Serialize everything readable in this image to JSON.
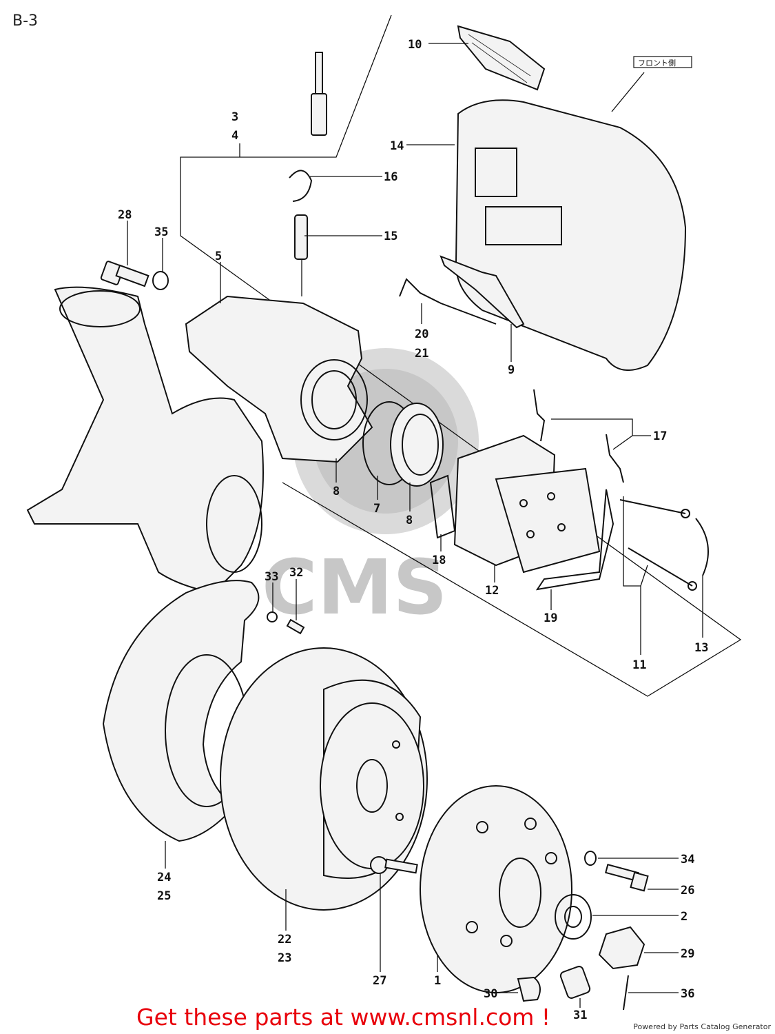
{
  "page_label": "B-3",
  "cta_text": "Get these parts at www.cmsnl.com !",
  "powered_by": "Powered by Parts Catalog Generator",
  "front_side_tag": "フロント側",
  "watermark_text": "CMS",
  "colors": {
    "cta": "#e8000b",
    "line": "#111111",
    "watermark": "#9a9a9a"
  },
  "callouts": [
    {
      "id": "c10",
      "lines": [
        "10"
      ]
    },
    {
      "id": "c3-4",
      "lines": [
        "3",
        "4"
      ]
    },
    {
      "id": "c14",
      "lines": [
        "14"
      ]
    },
    {
      "id": "c16",
      "lines": [
        "16"
      ]
    },
    {
      "id": "c28",
      "lines": [
        "28"
      ]
    },
    {
      "id": "c35",
      "lines": [
        "35"
      ]
    },
    {
      "id": "c15",
      "lines": [
        "15"
      ]
    },
    {
      "id": "c5",
      "lines": [
        "5"
      ]
    },
    {
      "id": "c20-21",
      "lines": [
        "20",
        "21"
      ]
    },
    {
      "id": "c9",
      "lines": [
        "9"
      ]
    },
    {
      "id": "c17",
      "lines": [
        "17"
      ]
    },
    {
      "id": "c8a",
      "lines": [
        "8"
      ]
    },
    {
      "id": "c7",
      "lines": [
        "7"
      ]
    },
    {
      "id": "c8b",
      "lines": [
        "8"
      ]
    },
    {
      "id": "c18",
      "lines": [
        "18"
      ]
    },
    {
      "id": "c12",
      "lines": [
        "12"
      ]
    },
    {
      "id": "c19",
      "lines": [
        "19"
      ]
    },
    {
      "id": "c13",
      "lines": [
        "13"
      ]
    },
    {
      "id": "c11",
      "lines": [
        "11"
      ]
    },
    {
      "id": "c33",
      "lines": [
        "33"
      ]
    },
    {
      "id": "c32",
      "lines": [
        "32"
      ]
    },
    {
      "id": "c24-25",
      "lines": [
        "24",
        "25"
      ]
    },
    {
      "id": "c22-23",
      "lines": [
        "22",
        "23"
      ]
    },
    {
      "id": "c27",
      "lines": [
        "27"
      ]
    },
    {
      "id": "c1",
      "lines": [
        "1"
      ]
    },
    {
      "id": "c34",
      "lines": [
        "34"
      ]
    },
    {
      "id": "c26",
      "lines": [
        "26"
      ]
    },
    {
      "id": "c2",
      "lines": [
        "2"
      ]
    },
    {
      "id": "c29",
      "lines": [
        "29"
      ]
    },
    {
      "id": "c30",
      "lines": [
        "30"
      ]
    },
    {
      "id": "c31",
      "lines": [
        "31"
      ]
    },
    {
      "id": "c36",
      "lines": [
        "36"
      ]
    }
  ]
}
